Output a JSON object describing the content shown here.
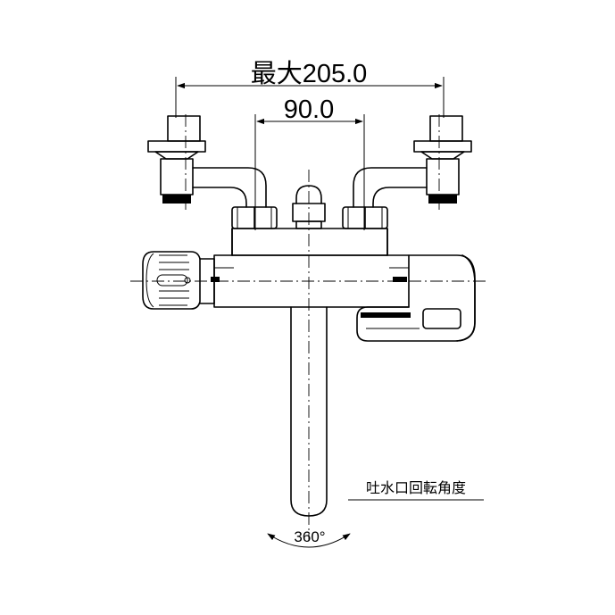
{
  "dimensions": {
    "max_width": "最大205.0",
    "inlet_spacing": "90.0"
  },
  "annotations": {
    "spout_rotation_label": "吐水口回転角度",
    "rotation_angle": "360°"
  }
}
